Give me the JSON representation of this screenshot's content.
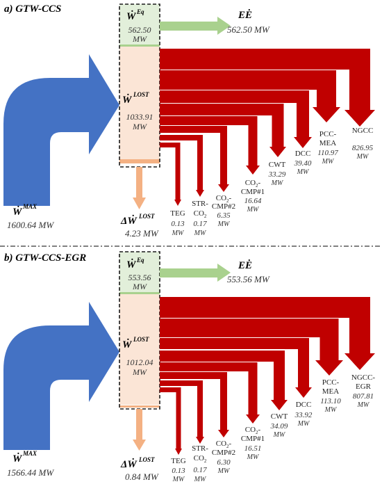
{
  "panel_a": {
    "title": "a) GTW-CCS",
    "w_eq_value": "562.50",
    "w_eq_unit": "MW",
    "ee_label": "EĖ",
    "ee_value": "562.50 MW",
    "w_lost_value": "1033.91",
    "w_lost_unit": "MW",
    "w_max_value": "1600.64 MW",
    "delta_value": "4.23 MW",
    "components": [
      {
        "l1": "NGCC",
        "l2": "",
        "value": "826.95",
        "unit": "MW"
      },
      {
        "l1": "PCC-",
        "l2": "MEA",
        "value": "110.97",
        "unit": "MW"
      },
      {
        "l1": "DCC",
        "l2": "",
        "value": "39.40",
        "unit": "MW"
      },
      {
        "l1": "CWT",
        "l2": "",
        "value": "33.29",
        "unit": "MW"
      },
      {
        "l1": "CO",
        "l2": "CMP#1",
        "value": "16.64",
        "unit": "MW"
      },
      {
        "l1": "CO",
        "l2": "CMP#2",
        "value": "6.35",
        "unit": "MW"
      },
      {
        "l1": "STR-",
        "l2": "CO",
        "value": "0.17",
        "unit": "MW"
      },
      {
        "l1": "TEG",
        "l2": "",
        "value": "0.13",
        "unit": "MW"
      }
    ]
  },
  "panel_b": {
    "title": "b) GTW-CCS-EGR",
    "w_eq_value": "553.56",
    "w_eq_unit": "MW",
    "ee_label": "EĖ",
    "ee_value": "553.56 MW",
    "w_lost_value": "1012.04",
    "w_lost_unit": "MW",
    "w_max_value": "1566.44 MW",
    "delta_value": "0.84 MW",
    "components": [
      {
        "l1": "NGCC-",
        "l2": "EGR",
        "value": "807.81",
        "unit": "MW"
      },
      {
        "l1": "PCC-",
        "l2": "MEA",
        "value": "113.10",
        "unit": "MW"
      },
      {
        "l1": "DCC",
        "l2": "",
        "value": "33.92",
        "unit": "MW"
      },
      {
        "l1": "CWT",
        "l2": "",
        "value": "34.09",
        "unit": "MW"
      },
      {
        "l1": "CO",
        "l2": "CMP#1",
        "value": "16.51",
        "unit": "MW"
      },
      {
        "l1": "CO",
        "l2": "CMP#2",
        "value": "6.30",
        "unit": "MW"
      },
      {
        "l1": "STR-",
        "l2": "CO",
        "value": "0.17",
        "unit": "MW"
      },
      {
        "l1": "TEG",
        "l2": "",
        "value": "0.13",
        "unit": "MW"
      }
    ]
  },
  "symbols": {
    "w": "Ẇ",
    "delta_w": "ΔẆ",
    "sup_eq": "Eq",
    "sup_lost": "LOST",
    "sup_max": "MAX",
    "sub2": "2",
    "dash": "-"
  },
  "colors": {
    "max_arrow": "#4472c4",
    "loss_arrow": "#c00000",
    "eq_arrow": "#a9d18e",
    "delta_arrow": "#f4b183",
    "eq_box": "#e2efda",
    "lost_box": "#fbe5d6",
    "divider": "#000000"
  }
}
